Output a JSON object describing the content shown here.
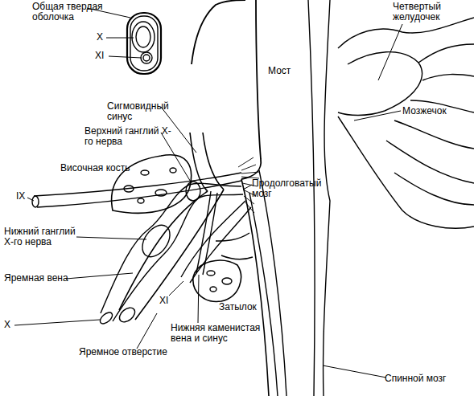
{
  "diagram": {
    "labels": [
      "Общая твердая оболочка",
      "X",
      "XI",
      "Мост",
      "Четвертый желудочек",
      "Сигмовидный синус",
      "Верхний ганглий X-го нерва",
      "Височная кость",
      "Продолговатый мозг",
      "IX",
      "Нижний ганглий X-го нерва",
      "Яремная вена",
      "XI",
      "X",
      "Затылок",
      "Нижняя каменистая вена и синус",
      "Яремное отверстие",
      "Спинной мозг",
      "Мозжечок"
    ]
  }
}
